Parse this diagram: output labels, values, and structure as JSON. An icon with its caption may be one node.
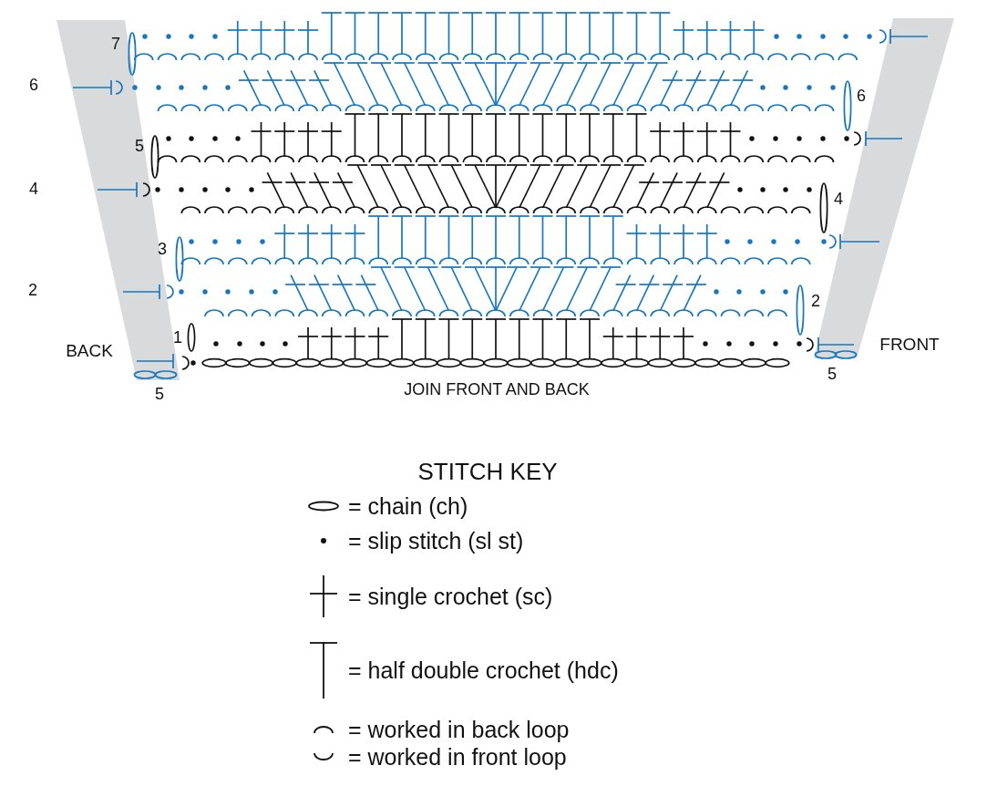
{
  "diagram": {
    "labels": [
      "7",
      "6",
      "6",
      "5",
      "4",
      "4",
      "3",
      "2",
      "2",
      "1",
      "FRONT",
      "BACK",
      "5",
      "JOIN FRONT AND BACK",
      "5",
      "STITCH KEY"
    ],
    "legend": [
      {
        "text": "= chain (ch)"
      },
      {
        "text": "= slip stitch (sl st)"
      },
      {
        "text": "= single crochet (sc)"
      },
      {
        "text": "= half double crochet (hdc)"
      },
      {
        "text": "= worked in back loop"
      },
      {
        "text": "= worked in front loop"
      }
    ]
  }
}
